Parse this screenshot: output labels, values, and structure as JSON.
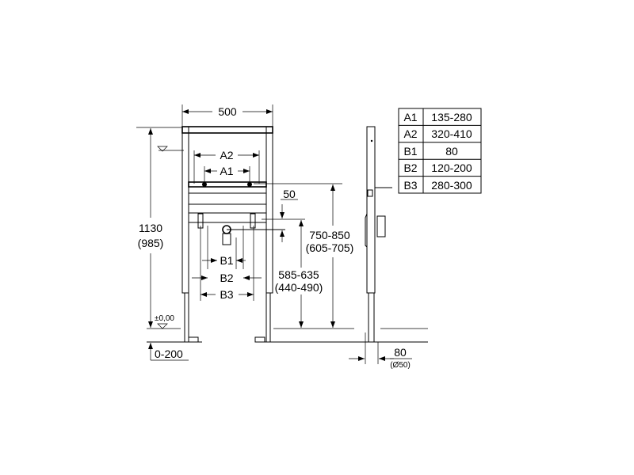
{
  "drawing": {
    "width_label": "500",
    "height_label": "1130",
    "height_alt_label": "(985)",
    "zero_level_label": "±0,00",
    "floor_adjust_label": "0-200",
    "a2_label": "A2",
    "a1_label": "A1",
    "b1_label": "B1",
    "b2_label": "B2",
    "b3_label": "B3",
    "offset_label": "50",
    "h1_label": "750-850",
    "h1_alt_label": "(605-705)",
    "h2_label": "585-635",
    "h2_alt_label": "(440-490)",
    "depth_label": "80",
    "depth_alt_label": "(Ø50)"
  },
  "table": {
    "rows": [
      {
        "key": "A1",
        "value": "135-280"
      },
      {
        "key": "A2",
        "value": "320-410"
      },
      {
        "key": "B1",
        "value": "80"
      },
      {
        "key": "B2",
        "value": "120-200"
      },
      {
        "key": "B3",
        "value": "280-300"
      }
    ]
  }
}
